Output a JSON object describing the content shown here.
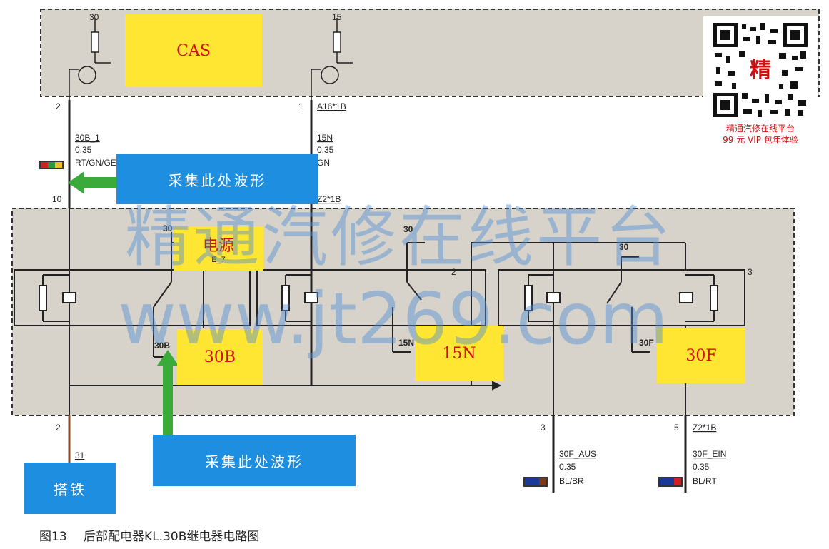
{
  "modules": {
    "cas": "CAS",
    "power": "电源",
    "power_sub": "E_7",
    "out_30b": "30B",
    "out_15n": "15N",
    "out_30f": "30F"
  },
  "callouts": {
    "top": "采集此处波形",
    "bottom": "采集此处波形",
    "ground": "搭铁"
  },
  "cas_terminals": {
    "left": "30",
    "right": "15"
  },
  "wires": {
    "w1": {
      "pin_top": "2",
      "name": "30B_1",
      "gauge": "0.35",
      "color": "RT/GN/GE",
      "pin_bottom": "10"
    },
    "w2": {
      "pin_top": "1",
      "connector": "A16*1B",
      "name": "15N",
      "gauge": "0.35",
      "color": "GN",
      "connector_bottom": "Z2*1B"
    },
    "ground": {
      "pin": "2",
      "name": "31"
    },
    "w3": {
      "pin": "3",
      "name": "30F_AUS",
      "gauge": "0.35",
      "color": "BL/BR"
    },
    "w4": {
      "pin": "5",
      "connector": "Z2*1B",
      "name": "30F_EIN",
      "gauge": "0.35",
      "color": "BL/RT"
    }
  },
  "relays": {
    "r1_supply": "30",
    "r1_out": "30B",
    "r2_supply": "30",
    "r2_num": "2",
    "r2_out": "15N",
    "r3_supply": "30",
    "r3_num": "3",
    "r3_out": "30F"
  },
  "watermark": {
    "line1": "精通汽修在线平台",
    "line2": "www.jt269.com"
  },
  "qr": {
    "badge": "精",
    "caption1": "精通汽修在线平台",
    "caption2": "99 元 VIP 包年体验"
  },
  "figure_caption": {
    "number": "图13",
    "title": "后部配电器KL.30B继电器电路图"
  }
}
